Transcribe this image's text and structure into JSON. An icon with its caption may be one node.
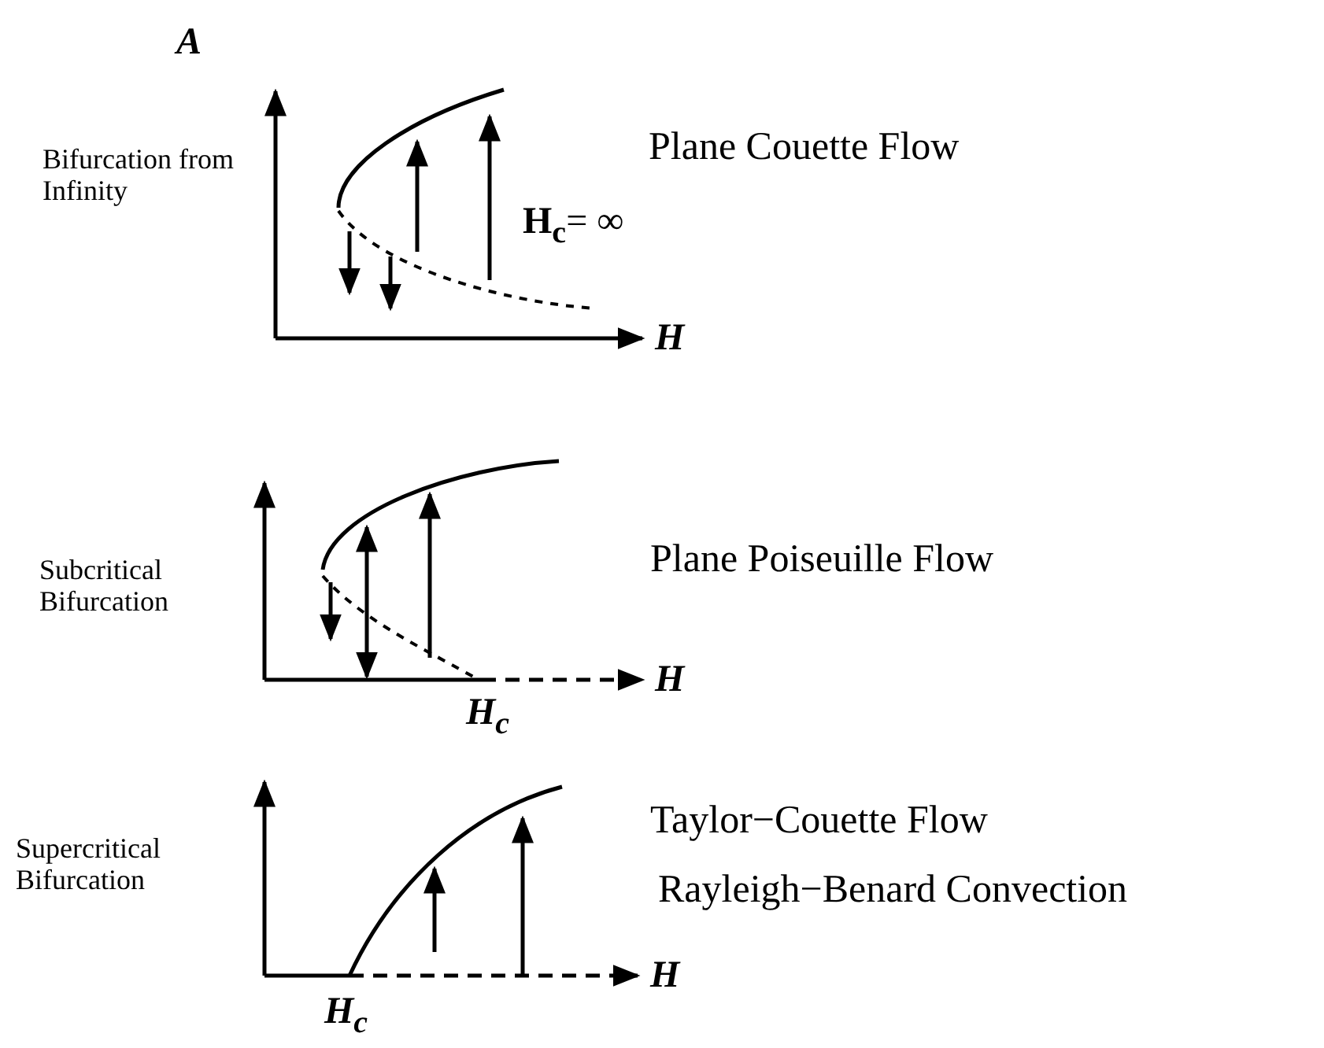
{
  "diagram": {
    "labels": [
      "A",
      "Bifurcation from Infinity",
      "Plane Couette Flow",
      "**H$_{c}$**= ∞",
      "H",
      "Subcritical Bifurcation",
      "Plane Poiseuille Flow",
      "H",
      "H$_{c}$",
      "Supercritical Bifurcation",
      "Taylor−Couette Flow",
      "Rayleigh−Benard Convection",
      "H",
      "H$_{c}$"
    ]
  }
}
